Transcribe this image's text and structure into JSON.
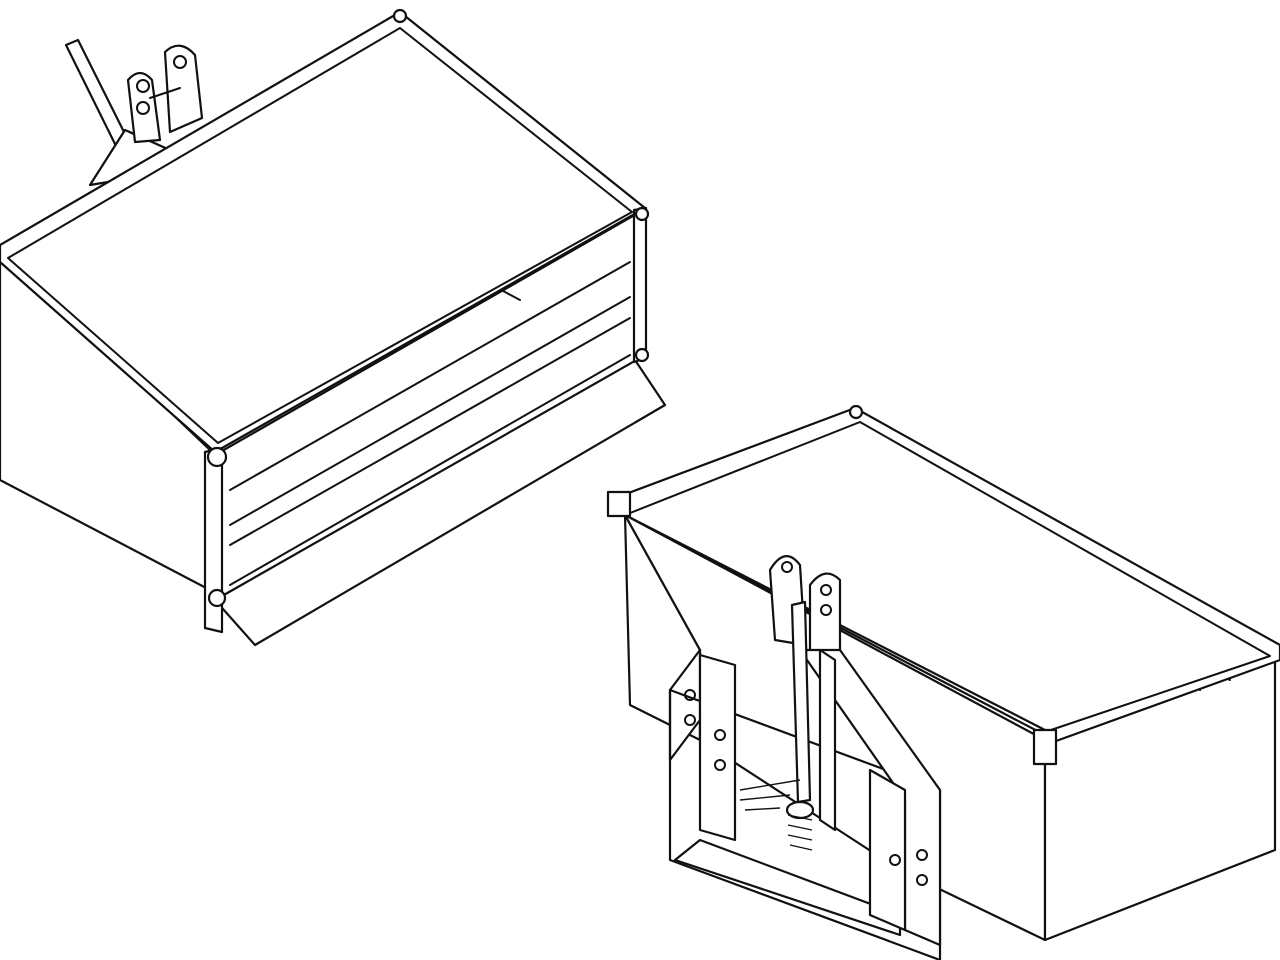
{
  "drawing": {
    "line_color": "#111111",
    "background_color": "#ffffff",
    "items": [
      {
        "kind": "transport-box",
        "view": "front-three-quarter"
      },
      {
        "kind": "transport-box",
        "view": "rear-three-quarter-with-hitch-frame"
      }
    ]
  }
}
